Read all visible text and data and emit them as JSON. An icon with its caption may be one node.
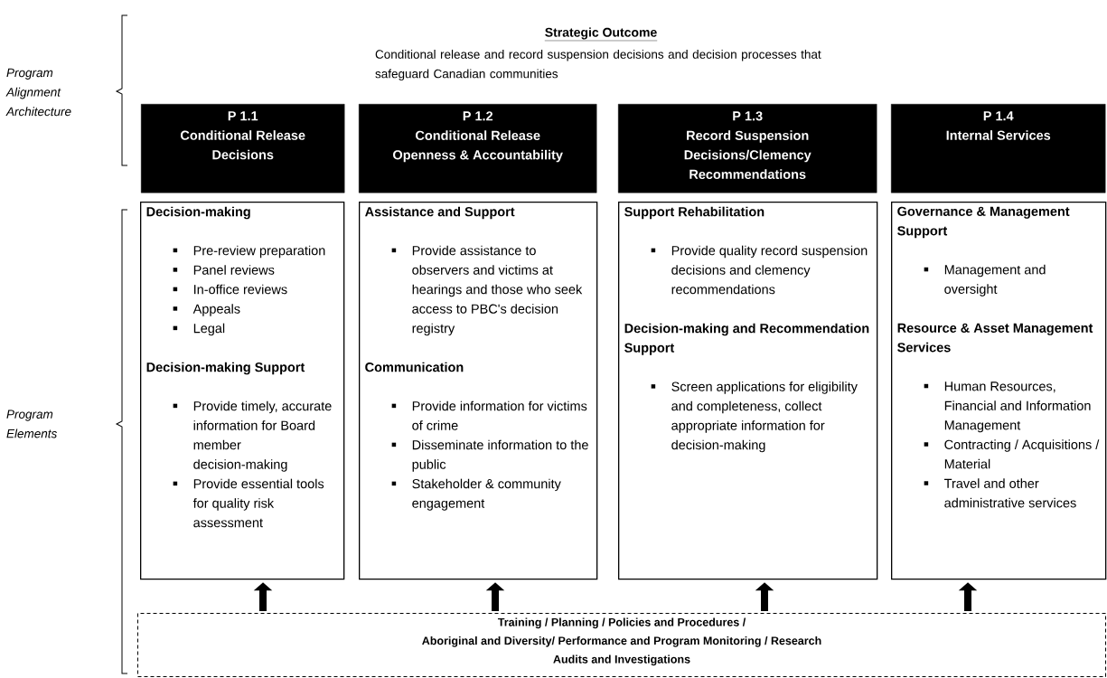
{
  "diagram": {
    "title": "Strategic Outcome",
    "nodes": [
      {
        "text": [
          "P 1.1",
          "Conditional Release Decisions"
        ]
      },
      {
        "text": [
          "P 1.2",
          "Conditional Release Openness & Accountability"
        ]
      },
      {
        "text": [
          "P 1.3",
          "Record Suspension Decisions/Clemency Recommendations"
        ]
      },
      {
        "text": [
          "P 1.4",
          "Internal Services"
        ]
      },
      {
        "text": [
          "Decision-making",
          "Pre-review preparation",
          "Panel reviews",
          "In-office reviews",
          "Appeals",
          "Legal",
          "Decision-making Support",
          "Provide timely, accurate information for Board member decision-making",
          "Provide essential tools for quality risk assessment"
        ]
      },
      {
        "text": [
          "Assistance and Support",
          "Provide assistance to observers and victims at hearings and those who seek access to PBC's decision registry",
          "Communication",
          "Provide information for victims of crime",
          "Disseminate information to the public",
          "Stakeholder & community engagement"
        ]
      },
      {
        "text": [
          "Support Rehabilitation",
          "Provide quality record suspension decisions and clemency recommendations",
          "Decision-making and Recommendation Support",
          "Screen applications for eligibility and completeness, collect appropriate information for decision-making"
        ]
      },
      {
        "text": [
          "Governance & Management Support",
          "Management and oversight",
          "Resource & Asset Management Services",
          "Human Resources, Financial and Information Management",
          "Contracting / Acquisitions / Material",
          "Travel and other administrative services"
        ]
      },
      {
        "text": [
          "Training / Planning / Policies and Procedures /",
          "Aboriginal and Diversity/ Performance and Program Monitoring / Research",
          "Audits and Investigations"
        ]
      }
    ],
    "edges": [
      {
        "from": 8,
        "to": 4,
        "arrow": "to"
      },
      {
        "from": 8,
        "to": 5,
        "arrow": "to"
      },
      {
        "from": 8,
        "to": 6,
        "arrow": "to"
      },
      {
        "from": 8,
        "to": 7,
        "arrow": "to"
      }
    ],
    "labels": [
      "Conditional release and record suspension decisions and decision processes that safeguard Canadian communities",
      "Program Alignment Architecture",
      "Program Elements"
    ]
  }
}
